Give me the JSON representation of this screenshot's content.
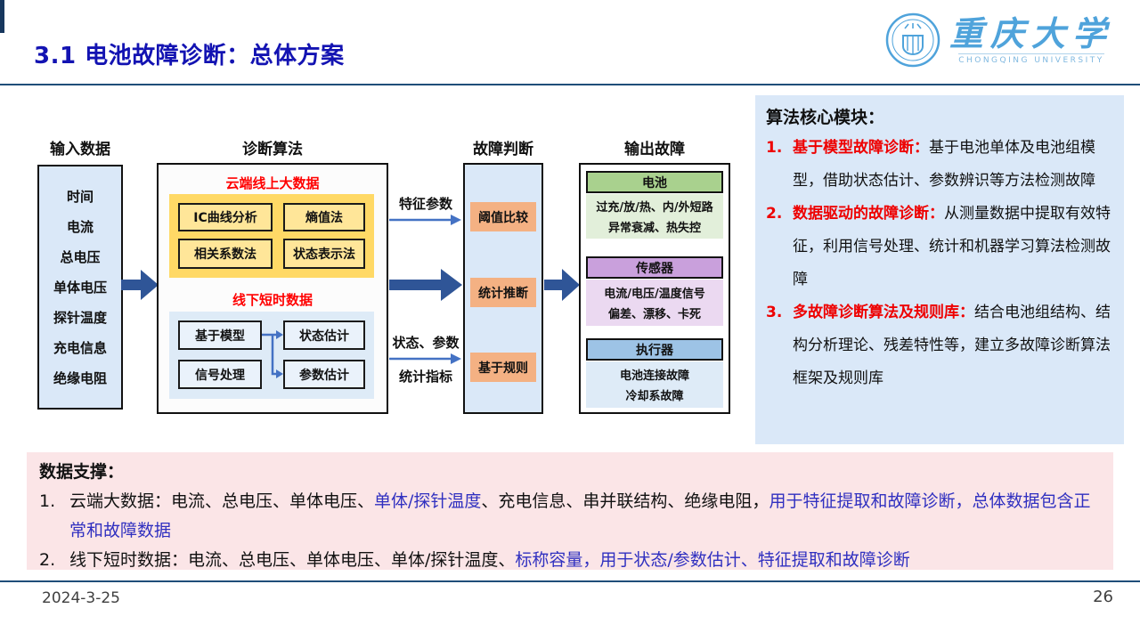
{
  "slide": {
    "title": "3.1 电池故障诊断：总体方案",
    "date": "2024-3-25",
    "page_number": "26"
  },
  "logo": {
    "cn": "重庆大学",
    "en": "CHONGQING UNIVERSITY",
    "seal_icon": "university-seal-icon"
  },
  "colors": {
    "title_blue": "#1313B2",
    "navy_rule": "#1F4E79",
    "panel_light_blue": "#DAE8F8",
    "panel_pink": "#FBE5E7",
    "red_label": "#FF0000",
    "red_lead": "#EE0000",
    "blue_text": "#3030C0",
    "thick_arrow_blue": "#2F5597",
    "thin_arrow_blue": "#4472C4",
    "yellow_container": "#FFD966",
    "yellow_box": "#FFE699",
    "orange_box": "#F4B183",
    "green_header": "#A9D18E",
    "green_body": "#E2EFDA",
    "purple_header": "#C9A0DC",
    "purple_body": "#EBD9F1",
    "blue_header": "#9DC3E6",
    "blue_body": "#DEEBF7"
  },
  "diagram": {
    "col_headers": [
      "输入数据",
      "诊断算法",
      "故障判断",
      "输出故障"
    ],
    "inputs": [
      "时间",
      "电流",
      "总电压",
      "单体电压",
      "探针温度",
      "充电信息",
      "绝缘电阻"
    ],
    "cloud_label": "云端线上大数据",
    "cloud_methods": [
      "IC曲线分析",
      "熵值法",
      "相关系数法",
      "状态表示法"
    ],
    "offline_label": "线下短时数据",
    "offline_boxes": [
      "基于模型",
      "状态估计",
      "信号处理",
      "参数估计"
    ],
    "flow_labels": {
      "top": "特征参数",
      "bottom_line1": "状态、参数",
      "bottom_line2": "统计指标"
    },
    "judgment_items": [
      "阈值比较",
      "统计推断",
      "基于规则"
    ],
    "outputs": [
      {
        "header": "电池",
        "line1": "过充/放/热、内/外短路",
        "line2": "异常衰减、热失控"
      },
      {
        "header": "传感器",
        "line1": "电流/电压/温度信号",
        "line2": "偏差、漂移、卡死"
      },
      {
        "header": "执行器",
        "line1": "电池连接故障",
        "line2": "冷却系故障"
      }
    ]
  },
  "algorithm_panel": {
    "title": "算法核心模块：",
    "items": [
      {
        "num": "1.",
        "lead": "基于模型故障诊断：",
        "body": "基于电池单体及电池组模型，借助状态估计、参数辨识等方法检测故障"
      },
      {
        "num": "2.",
        "lead": "数据驱动的故障诊断：",
        "body": "从测量数据中提取有效特征，利用信号处理、统计和机器学习算法检测故障"
      },
      {
        "num": "3.",
        "lead": "多故障诊断算法及规则库：",
        "body": "结合电池组结构、结构分析理论、残差特性等，建立多故障诊断算法框架及规则库"
      }
    ]
  },
  "data_support": {
    "title": "数据支撑：",
    "items": [
      {
        "num": "1.",
        "segments": [
          {
            "text": "云端大数据：电流、总电压、单体电压、"
          },
          {
            "text": "单体/探针温度"
          },
          {
            "text": "、充电信息、串并联结构、绝缘电阻，"
          },
          {
            "text": "用于特征提取和故障诊断，总体数据包含正常和故障数据"
          }
        ]
      },
      {
        "num": "2.",
        "segments": [
          {
            "text": "线下短时数据：电流、总电压、单体电压、单体/探针温度、"
          },
          {
            "text": "标称容量，用于状态/参数估计、特征提取和故障诊断"
          }
        ]
      }
    ]
  }
}
